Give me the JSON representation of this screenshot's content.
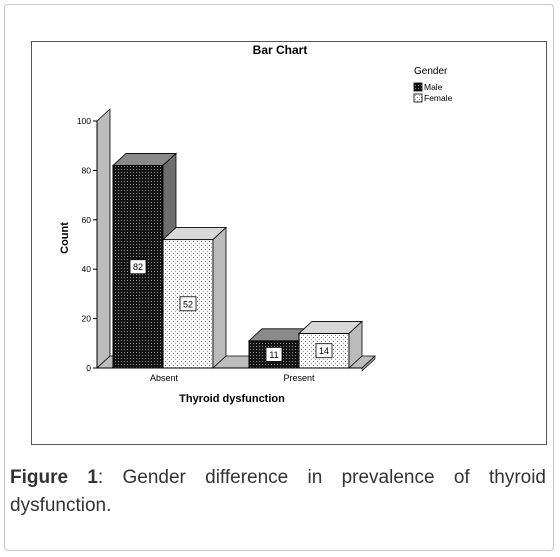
{
  "caption": {
    "label": "Figure 1",
    "text": ": Gender difference in prevalence of thyroid dysfunction."
  },
  "chart_data": {
    "type": "bar",
    "title": "Bar Chart",
    "xlabel": "Thyroid dysfunction",
    "ylabel": "Count",
    "categories": [
      "Absent",
      "Present"
    ],
    "ylim": [
      0,
      100
    ],
    "yticks": [
      0,
      20,
      40,
      60,
      80,
      100
    ],
    "legend_title": "Gender",
    "legend_position": "top-right",
    "series": [
      {
        "name": "Male",
        "values": [
          82,
          11
        ],
        "color": "#1a1a1a"
      },
      {
        "name": "Female",
        "values": [
          52,
          14
        ],
        "color": "#f4f4f4"
      }
    ],
    "grid": false,
    "three_d": true
  }
}
